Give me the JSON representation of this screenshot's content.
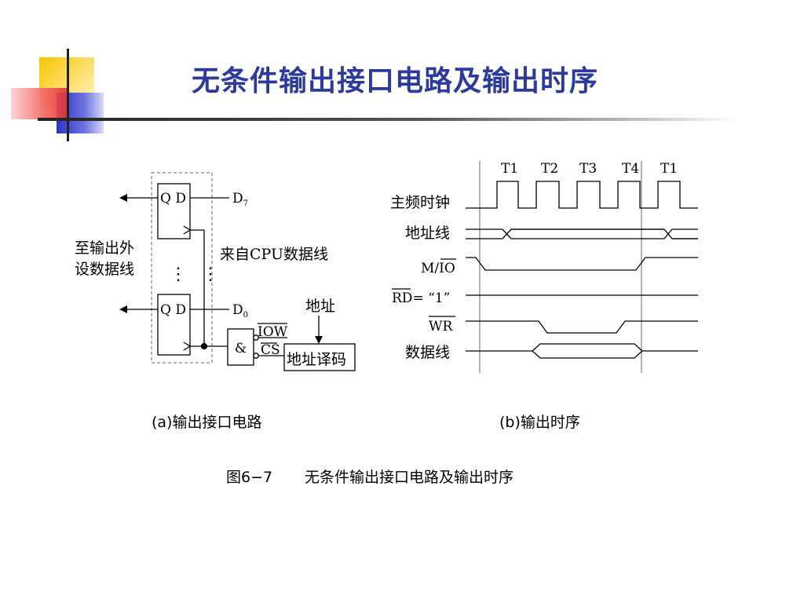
{
  "slide": {
    "title": "无条件输出接口电路及输出时序",
    "accent_colors": {
      "title": "#2b3a9c",
      "deco_yellow": "#f7c600",
      "deco_red": "#ea3a3a",
      "deco_blue": "#2c33c4"
    }
  },
  "circuit": {
    "ff_top_label": "Q D",
    "ff_bottom_label": "Q D",
    "d7_label": "D",
    "d7_sub": "7",
    "d0_label": "D",
    "d0_sub": "0",
    "left_label_line1": "至输出外",
    "left_label_line2": "设数据线",
    "cpu_data_label": "来自CPU数据线",
    "address_label": "地址",
    "gate_label": "&",
    "iow_label": "IOW",
    "cs_label": "CS",
    "decoder_label": "地址译码",
    "vdots": "⋮"
  },
  "timing": {
    "clock_labels": [
      "T1",
      "T2",
      "T3",
      "T4",
      "T1"
    ],
    "signals": {
      "clock": "主频时钟",
      "address": "地址线",
      "mio_m": "M/",
      "mio_io": "IO",
      "rd": "RD",
      "rd_value": "= “1”",
      "wr": "WR",
      "data": "数据线"
    }
  },
  "captions": {
    "a": "(a)输出接口电路",
    "b": "(b)输出时序",
    "figure_number": "图6−7",
    "figure_title": "无条件输出接口电路及输出时序"
  }
}
